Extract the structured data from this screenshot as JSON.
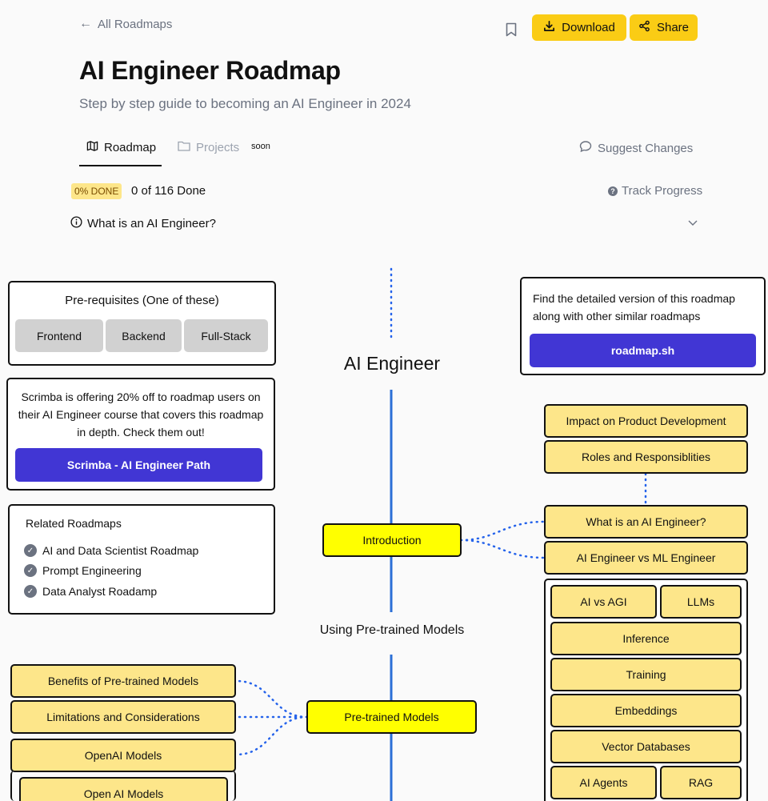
{
  "header": {
    "back_label": "All Roadmaps",
    "download_label": "Download",
    "share_label": "Share",
    "title": "AI Engineer Roadmap",
    "subtitle": "Step by step guide to becoming an AI Engineer in 2024"
  },
  "tabs": {
    "roadmap": "Roadmap",
    "projects": "Projects",
    "projects_badge": "soon",
    "suggest": "Suggest Changes"
  },
  "progress": {
    "badge": "0% DONE",
    "text": "0 of 116 Done",
    "track": "Track Progress"
  },
  "faq": {
    "label": "What is an AI Engineer?"
  },
  "colors": {
    "accent_yellow": "#facc15",
    "node_yellow": "#fde68a",
    "main_node": "#ffff00",
    "brand_blue": "#4136d4",
    "line_blue": "#2563eb"
  },
  "roadmap": {
    "center_title": "AI Engineer",
    "prereq": {
      "title": "Pre-requisites (One of these)",
      "items": [
        "Frontend",
        "Backend",
        "Full-Stack"
      ]
    },
    "detail_box": {
      "text": "Find the detailed version of this roadmap along with other similar roadmaps",
      "button": "roadmap.sh"
    },
    "scrimba": {
      "text": "Scrimba is offering 20% off to roadmap users on their AI Engineer course that covers this roadmap in depth. Check them out!",
      "button": "Scrimba - AI Engineer Path"
    },
    "related": {
      "title": "Related Roadmaps",
      "items": [
        "AI and Data Scientist Roadmap",
        "Prompt Engineering",
        "Data Analyst Roadamp"
      ]
    },
    "nodes": {
      "impact": "Impact on Product Development",
      "roles": "Roles and Responsiblities",
      "introduction": "Introduction",
      "what_is": "What is an AI Engineer?",
      "vs_ml": "AI Engineer vs ML Engineer",
      "ai_vs_agi": "AI vs AGI",
      "llms": "LLMs",
      "inference": "Inference",
      "training": "Training",
      "embeddings": "Embeddings",
      "vector_db": "Vector Databases",
      "ai_agents": "AI Agents",
      "rag": "RAG",
      "section_pretrained": "Using Pre-trained Models",
      "benefits": "Benefits of Pre-trained Models",
      "limitations": "Limitations and Considerations",
      "pretrained": "Pre-trained Models",
      "openai_models": "OpenAI Models",
      "open_ai_models": "Open AI Models"
    }
  }
}
